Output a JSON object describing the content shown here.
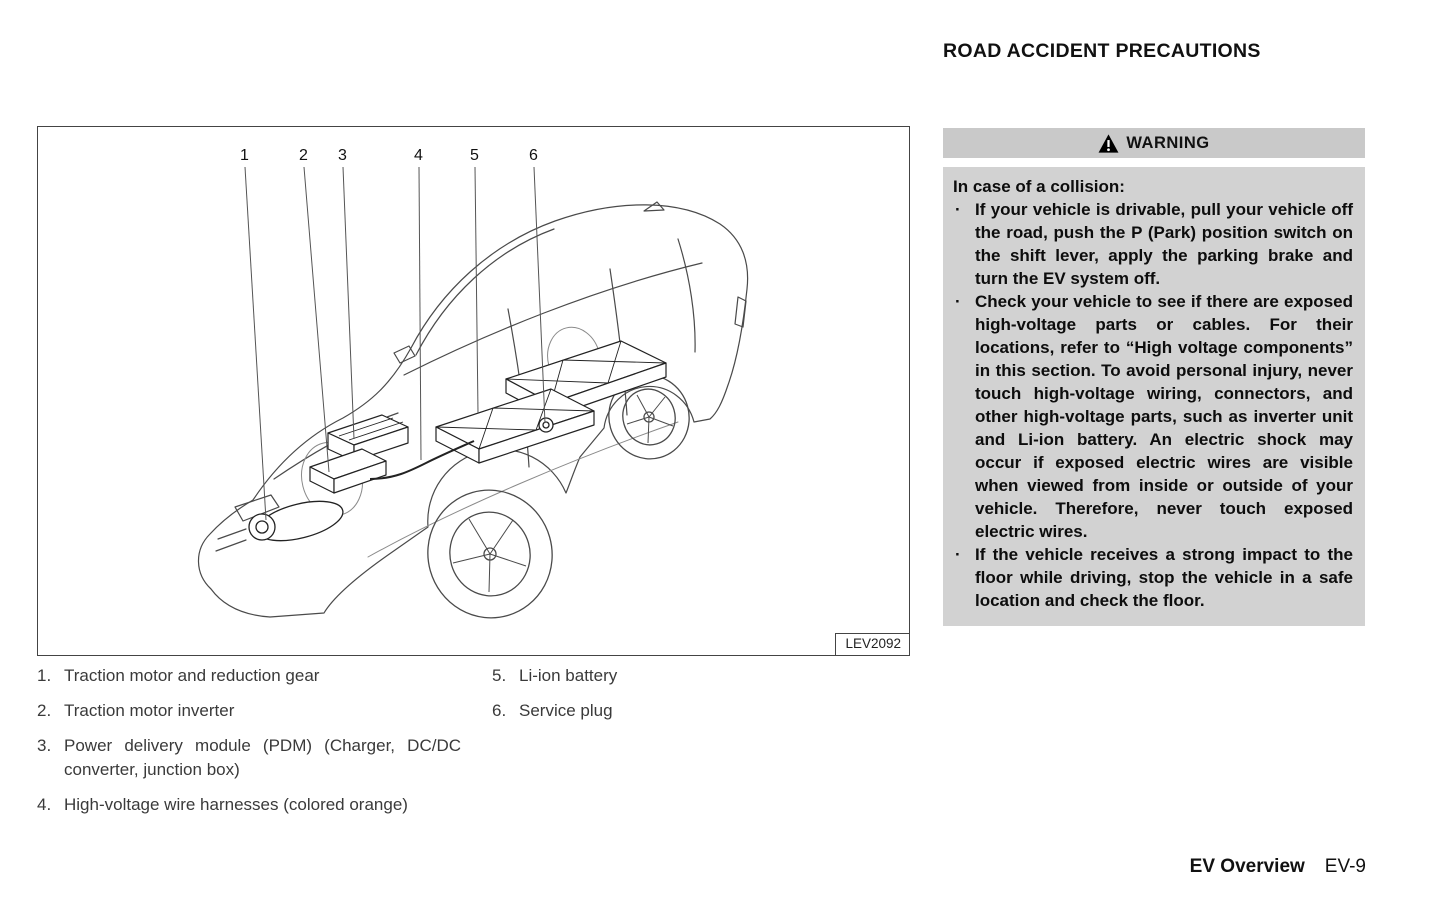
{
  "header": {
    "title": "ROAD ACCIDENT PRECAUTIONS"
  },
  "figure": {
    "label": "LEV2092",
    "callouts": [
      "1",
      "2",
      "3",
      "4",
      "5",
      "6"
    ]
  },
  "legend": {
    "items": [
      {
        "num": "1.",
        "text": "Traction motor and reduction gear"
      },
      {
        "num": "2.",
        "text": "Traction motor inverter"
      },
      {
        "num": "3.",
        "text": "Power delivery module (PDM) (Charger, DC/DC converter, junction box)"
      },
      {
        "num": "4.",
        "text": "High-voltage wire harnesses (colored orange)"
      },
      {
        "num": "5.",
        "text": "Li-ion battery"
      },
      {
        "num": "6.",
        "text": "Service plug"
      }
    ]
  },
  "warning": {
    "title": "WARNING",
    "intro": "In case of a collision:",
    "bullet_char": "·",
    "bullets": [
      "If your vehicle is drivable, pull your vehicle off the road, push the P (Park) position switch on the shift lever, apply the parking brake and turn the EV system off.",
      "Check your vehicle to see if there are exposed high-voltage parts or cables. For their locations, refer to “High voltage components” in this section. To avoid personal injury, never touch high-voltage wiring, connectors, and other high-voltage parts, such as inverter unit and Li-ion battery. An electric shock may occur if exposed electric wires are visible when viewed from inside or outside of your vehicle. Therefore, never touch exposed electric wires.",
      "If the vehicle receives a strong impact to the floor while driving, stop the vehicle in a safe location and check the floor."
    ]
  },
  "footer": {
    "section": "EV Overview",
    "page": "EV-9"
  },
  "colors": {
    "warning_header_bg": "#c9c9c9",
    "warning_body_bg": "#d2d2d2",
    "line_art": "#4a4a4a",
    "text": "#222222"
  }
}
